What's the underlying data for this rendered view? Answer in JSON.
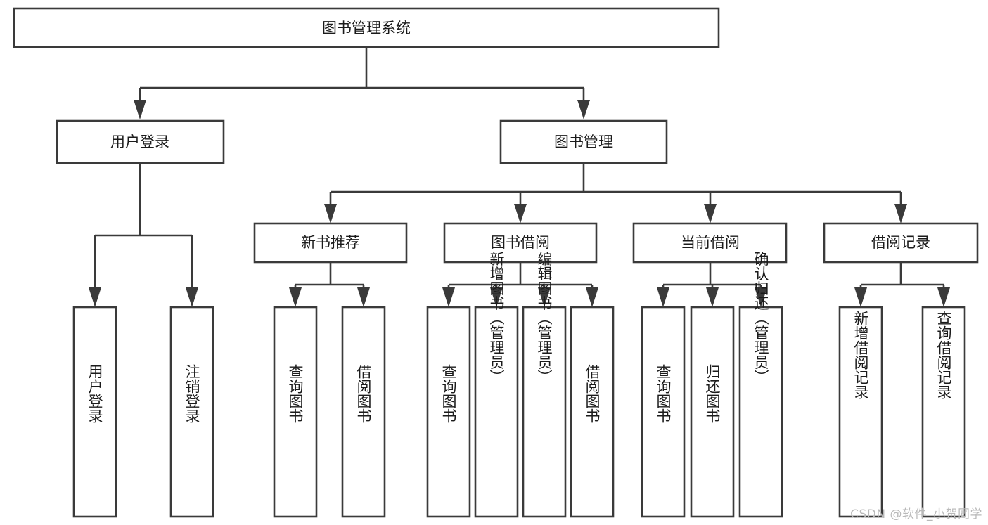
{
  "diagram": {
    "title": "图书管理系统",
    "type": "hierarchy-tree",
    "watermark": "CSDN @软件_小贺同学",
    "colors": {
      "stroke": "#3a3a3a",
      "box_fill": "#ffffff",
      "text": "#1b1b1b",
      "background": "#ffffff",
      "watermark": "#b9b9b9"
    },
    "root": {
      "label": "图书管理系统"
    },
    "level1": [
      {
        "label": "用户登录"
      },
      {
        "label": "图书管理"
      }
    ],
    "level2": [
      {
        "label": "新书推荐"
      },
      {
        "label": "图书借阅"
      },
      {
        "label": "当前借阅"
      },
      {
        "label": "借阅记录"
      }
    ],
    "leaves": {
      "user_login": [
        {
          "label": "用户登录"
        },
        {
          "label": "注销登录"
        }
      ],
      "new_book_recommend": [
        {
          "label": "查询图书"
        },
        {
          "label": "借阅图书"
        }
      ],
      "book_borrow": [
        {
          "label": "查询图书"
        },
        {
          "label": "新增图书（管理员）"
        },
        {
          "label": "编辑图书（管理员）"
        },
        {
          "label": "借阅图书"
        }
      ],
      "current_borrow": [
        {
          "label": "查询图书"
        },
        {
          "label": "归还图书"
        },
        {
          "label": "确认归还（管理员）"
        }
      ],
      "borrow_record": [
        {
          "label": "新增借阅记录"
        },
        {
          "label": "查询借阅记录"
        }
      ]
    }
  }
}
